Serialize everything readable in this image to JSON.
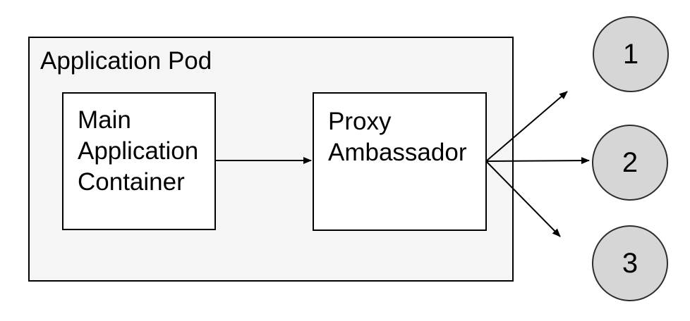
{
  "colors": {
    "background": "#ffffff",
    "pod_fill": "#f5f5f5",
    "pod_stroke": "#000000",
    "node_fill": "#ffffff",
    "node_stroke": "#000000",
    "circle_fill": "#d6d6d6",
    "circle_stroke": "#2d2d2d",
    "arrow": "#000000",
    "text": "#000000"
  },
  "diagram": {
    "pod": {
      "label": "Application Pod"
    },
    "nodes": [
      {
        "id": "main-application-container",
        "label": "Main\nApplication\nContainer"
      },
      {
        "id": "proxy-ambassador",
        "label": "Proxy\nAmbassador"
      }
    ],
    "endpoints": [
      {
        "label": "1"
      },
      {
        "label": "2"
      },
      {
        "label": "3"
      }
    ],
    "connections": [
      {
        "from": "main-application-container",
        "to": "proxy-ambassador"
      },
      {
        "from": "proxy-ambassador",
        "to": "endpoint-1"
      },
      {
        "from": "proxy-ambassador",
        "to": "endpoint-2"
      },
      {
        "from": "proxy-ambassador",
        "to": "endpoint-3"
      }
    ]
  }
}
